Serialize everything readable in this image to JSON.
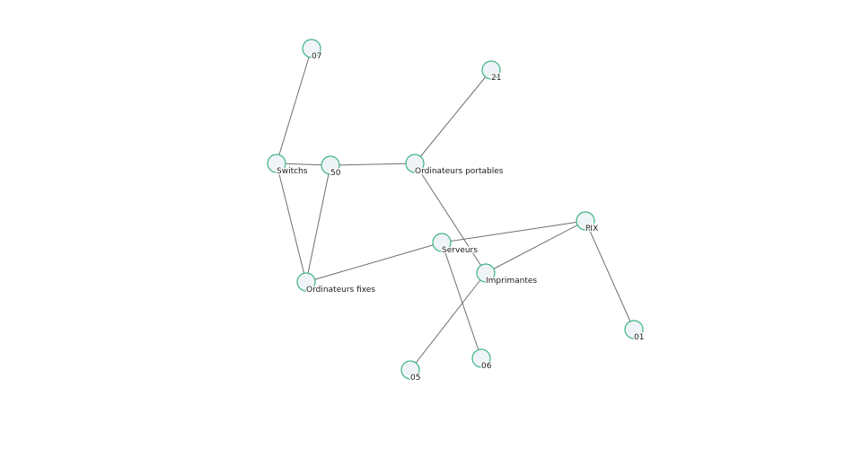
{
  "graph": {
    "colors": {
      "node_fill": "#eef4f7",
      "node_stroke": "#3db386",
      "edge": "#6f6f6f"
    },
    "nodes": [
      {
        "id": "07",
        "label": "07"
      },
      {
        "id": "21",
        "label": "21"
      },
      {
        "id": "switchs",
        "label": "Switchs"
      },
      {
        "id": "50",
        "label": "50"
      },
      {
        "id": "portables",
        "label": "Ordinateurs portables"
      },
      {
        "id": "pix",
        "label": "PIX"
      },
      {
        "id": "serveurs",
        "label": "Serveurs"
      },
      {
        "id": "imprimantes",
        "label": "Imprimantes"
      },
      {
        "id": "fixes",
        "label": "Ordinateurs fixes"
      },
      {
        "id": "01",
        "label": "01"
      },
      {
        "id": "05",
        "label": "05"
      },
      {
        "id": "06",
        "label": "06"
      }
    ],
    "edges": [
      [
        "07",
        "switchs"
      ],
      [
        "switchs",
        "50"
      ],
      [
        "switchs",
        "fixes"
      ],
      [
        "50",
        "fixes"
      ],
      [
        "50",
        "portables"
      ],
      [
        "21",
        "portables"
      ],
      [
        "portables",
        "imprimantes"
      ],
      [
        "fixes",
        "serveurs"
      ],
      [
        "serveurs",
        "pix"
      ],
      [
        "serveurs",
        "06"
      ],
      [
        "imprimantes",
        "pix"
      ],
      [
        "imprimantes",
        "05"
      ],
      [
        "pix",
        "01"
      ]
    ]
  }
}
